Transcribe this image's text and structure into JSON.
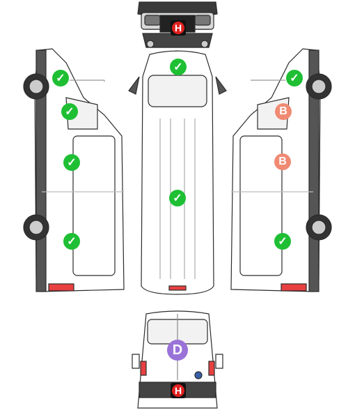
{
  "markers": {
    "top_ok": {
      "label": "",
      "icon": "check-icon"
    },
    "hood_h": {
      "label": "H"
    },
    "left_1": {
      "label": "",
      "icon": "check-icon"
    },
    "left_2": {
      "label": "",
      "icon": "check-icon"
    },
    "left_3": {
      "label": "",
      "icon": "check-icon"
    },
    "left_4": {
      "label": "",
      "icon": "check-icon"
    },
    "roof_ok": {
      "label": "",
      "icon": "check-icon"
    },
    "right_1": {
      "label": "",
      "icon": "check-icon"
    },
    "right_b1": {
      "label": "B"
    },
    "right_b2": {
      "label": "B"
    },
    "right_4": {
      "label": "",
      "icon": "check-icon"
    },
    "rear_d": {
      "label": "D"
    },
    "rear_h": {
      "label": "H"
    }
  },
  "colors": {
    "ok": "#1fbf34",
    "b": "#f08a73",
    "d": "#9a72d8",
    "h_red": "#e02020",
    "outline": "#2b2b2b",
    "panel": "#ffffff",
    "light": "#e84040"
  }
}
